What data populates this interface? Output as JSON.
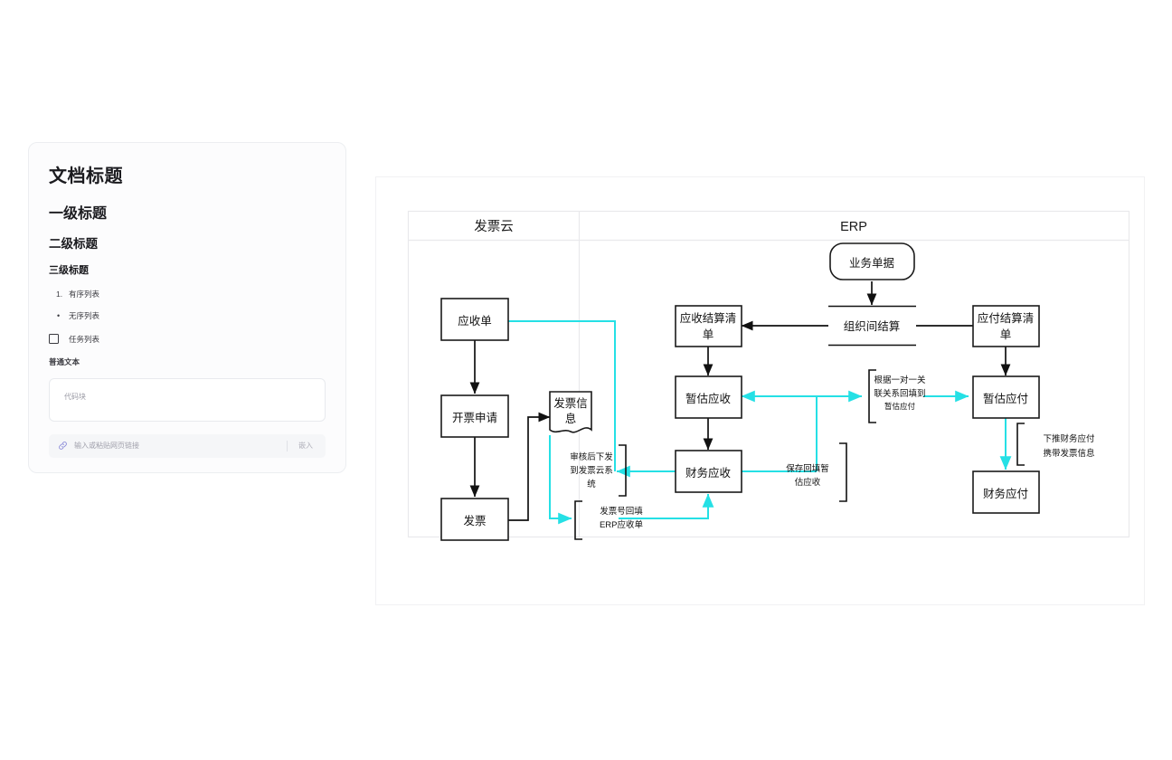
{
  "document_card": {
    "title": "文档标题",
    "heading1": "一级标题",
    "heading2": "二级标题",
    "heading3": "三级标题",
    "ordered_item": {
      "marker": "1.",
      "label": "有序列表"
    },
    "unordered_item": {
      "marker": "•",
      "label": "无序列表"
    },
    "task_item": {
      "label": "任务列表"
    },
    "plain_text": "普通文本",
    "code_block_placeholder": "代码块",
    "link_bar": {
      "icon": "link-icon",
      "placeholder": "输入或粘贴网页链接",
      "embed_label": "嵌入"
    }
  },
  "diagram": {
    "lanes": [
      {
        "id": "lane-invoice-cloud",
        "title": "发票云"
      },
      {
        "id": "lane-erp",
        "title": "ERP"
      }
    ],
    "nodes": [
      {
        "id": "node-receivable-order",
        "label": "应收单",
        "shape": "rect"
      },
      {
        "id": "node-invoice-request",
        "label": "开票申请",
        "shape": "rect"
      },
      {
        "id": "node-invoice",
        "label": "发票",
        "shape": "rect"
      },
      {
        "id": "node-invoice-info",
        "label": "发票信息",
        "shape": "document"
      },
      {
        "id": "node-business-doc",
        "label": "业务单据",
        "shape": "rounded"
      },
      {
        "id": "node-inter-org-settle",
        "label": "组织间结算",
        "shape": "process-bars"
      },
      {
        "id": "node-ar-settle-list",
        "label": "应收结算清单",
        "shape": "rect"
      },
      {
        "id": "node-provisional-ar",
        "label": "暂估应收",
        "shape": "rect"
      },
      {
        "id": "node-finance-ar",
        "label": "财务应收",
        "shape": "rect"
      },
      {
        "id": "node-ap-settle-list",
        "label": "应付结算清单",
        "shape": "rect"
      },
      {
        "id": "node-provisional-ap",
        "label": "暂估应付",
        "shape": "rect"
      },
      {
        "id": "node-finance-ap",
        "label": "财务应付",
        "shape": "rect"
      }
    ],
    "annotations": [
      {
        "id": "anno-audit-dispatch",
        "lines": [
          "审核后下发",
          "到发票云系",
          "统"
        ],
        "bracket": "left"
      },
      {
        "id": "anno-invoice-no-backfill",
        "lines": [
          "发票号回填",
          "ERP应收单"
        ],
        "bracket": "left"
      },
      {
        "id": "anno-save-backfill-provisional-ar",
        "lines": [
          "保存回填暂",
          "估应收"
        ],
        "bracket": "right"
      },
      {
        "id": "anno-one-to-one-backfill",
        "lines": [
          "根据一对一关",
          "联关系回填到",
          "暂估应付"
        ],
        "bracket": "left"
      },
      {
        "id": "anno-push-finance-ap",
        "lines": [
          "下推财务应付",
          "携带发票信息"
        ],
        "bracket": "left"
      }
    ],
    "colors": {
      "stroke_dark": "#111111",
      "stroke_cyan": "#25e0e5",
      "lane_border": "#e9e9ec",
      "panel_border": "#f1f1f3"
    }
  }
}
